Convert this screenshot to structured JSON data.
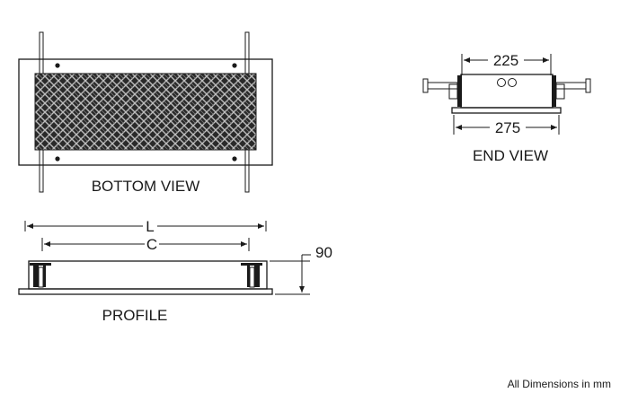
{
  "views": {
    "bottom": {
      "label": "BOTTOM VIEW"
    },
    "profile": {
      "label": "PROFILE"
    },
    "end": {
      "label": "END VIEW"
    }
  },
  "dimensions": {
    "overall_length": "L",
    "core_length": "C",
    "height": "90",
    "end_inner_width": "225",
    "end_outer_width": "275"
  },
  "note": "All Dimensions in mm"
}
